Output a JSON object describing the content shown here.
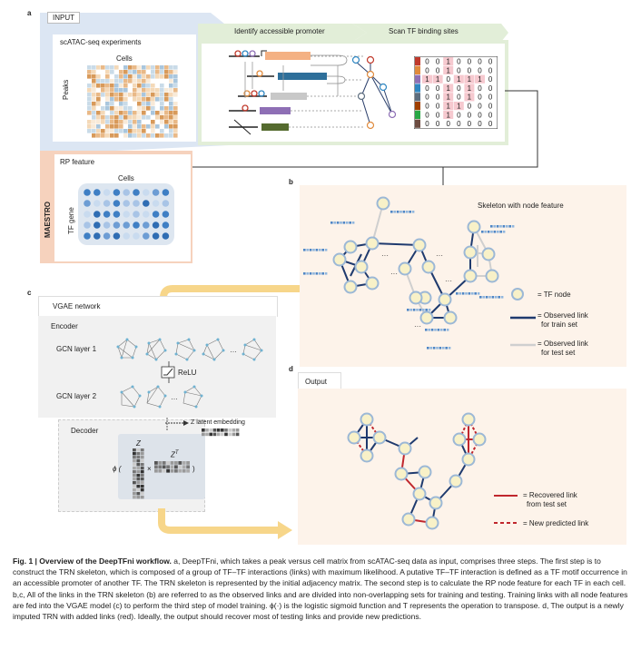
{
  "panel_letters": {
    "a": "a",
    "b": "b",
    "c": "c",
    "d": "d"
  },
  "panel_a": {
    "input_label": "INPUT",
    "identify_title": "Identify accessible promoter",
    "scan_title": "Scan TF binding sites",
    "scatac_title": "scATAC-seq experiments",
    "cells_label": "Cells",
    "peaks_label": "Peaks",
    "rp_label": "RP feature",
    "cells_label_2": "Cells",
    "tf_gene_label": "TF gene",
    "maestro_label": "MAESTRO",
    "matrix_rows": [
      "0 0 1 0 0 0 0",
      "0 0 1 0 0 0 0",
      "1 1 0 1 1 1 0",
      "0 0 1 0 1 0 0",
      "0 0 1 0 1 0 0",
      "0 0 1 1 0 0 0",
      "0 0 1 0 0 0 0",
      "0 0 0 0 0 0 0"
    ],
    "matrix_row_colors": [
      "#c0392b",
      "#e08a3c",
      "#8e6fb5",
      "#2e86c1",
      "#5d6d7e",
      "#a04000",
      "#28a745",
      "#6d4c41"
    ]
  },
  "panel_b": {
    "title": "Skeleton with node feature",
    "legend_node": "= TF node",
    "legend_train_1": "= Observed link",
    "legend_train_2": "for train set",
    "legend_test_1": "= Observed link",
    "legend_test_2": "for test set"
  },
  "panel_c": {
    "vgae_label": "VGAE network",
    "encoder_label": "Encoder",
    "gcn1_label": "GCN layer 1",
    "relu_label": "ReLU",
    "gcn2_label": "GCN layer 2",
    "decoder_label": "Decoder",
    "latent_label": "Z latent embedding",
    "z_label": "Z",
    "zt_label": "Z",
    "zt_sup": "T",
    "phi_label": "ϕ (",
    "times_label": "×",
    "close_paren": ")",
    "dots": "…"
  },
  "panel_d": {
    "output_label": "Output",
    "legend_recovered_1": "= Recovered link",
    "legend_recovered_2": "from test set",
    "legend_new": "= New predicted link"
  },
  "caption": {
    "fig": "Fig. 1 | Overview of the DeepTFni workflow.",
    "text": " a, DeepTFni, which takes a peak versus cell matrix from scATAC-seq data as input, comprises three steps. The first step is to construct the TRN skeleton, which is composed of a group of TF–TF interactions (links) with maximum likelihood. A putative TF–TF interaction is defined as a TF motif occurrence in an accessible promoter of another TF. The TRN skeleton is represented by the initial adjacency matrix. The second step is to calculate the RP node feature for each TF in each cell. b,c, All of the links in the TRN skeleton (b) are referred to as the observed links and are divided into non-overlapping sets for training and testing. Training links with all node features are fed into the VGAE model (c) to perform the third step of model training. ϕ(·) is the logistic sigmoid function and T represents the operation to transpose. d, The output is a newly imputed TRN with added links (red). Ideally, the output should recover most of testing links and provide new predictions."
  },
  "colors": {
    "blue_frame": "#dce6f3",
    "green_frame": "#e2eed8",
    "salmon_frame": "#f6d2bd",
    "peach_bg": "#fdf3ea",
    "node_fill": "#f8f1c8",
    "node_stroke": "#9cb8d6",
    "train_link": "#1f3a6e",
    "test_link": "#cfcfcf",
    "red_link": "#c0262d",
    "yellow_arrow": "#f7d68a"
  }
}
